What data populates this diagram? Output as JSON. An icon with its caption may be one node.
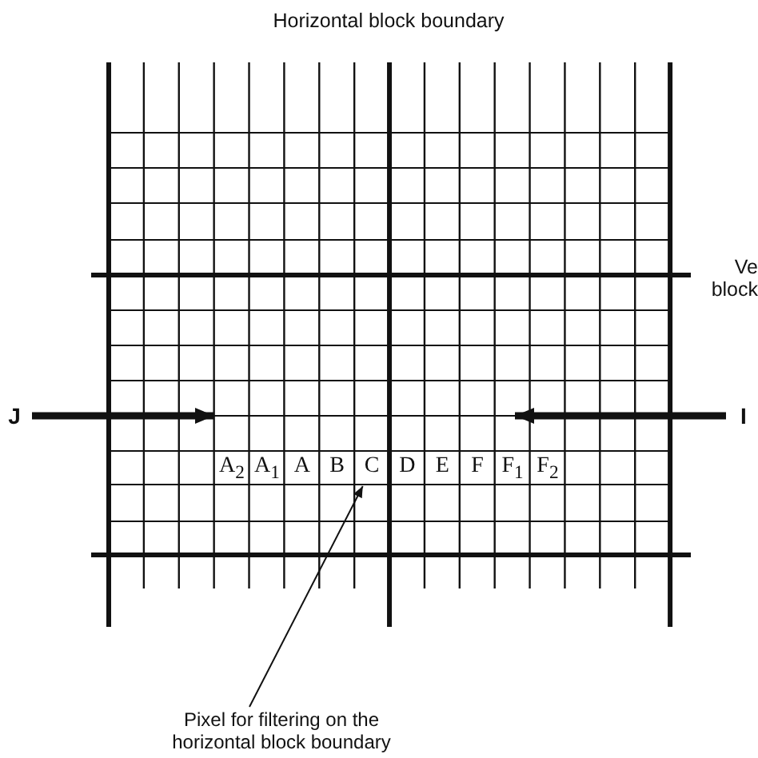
{
  "diagram": {
    "nodes": [
      {
        "text": [
          "J"
        ]
      },
      {
        "text": [
          "I"
        ]
      },
      {
        "text": [
          "C"
        ]
      },
      {
        "text": [
          "Pixel for filtering on the horizontal block boundary"
        ]
      }
    ],
    "edges": [
      {
        "from": 0,
        "to": null,
        "arrow": "to"
      },
      {
        "from": 1,
        "to": null,
        "arrow": "to"
      },
      {
        "from": 3,
        "to": 2,
        "arrow": "to"
      }
    ],
    "labels": [
      "Horizontal block boundary",
      "Ve block",
      "A$_{2}$",
      "A$_{1}$",
      "A",
      "B",
      "D",
      "E",
      "F",
      "F$_{1}$",
      "F$_{2}$"
    ]
  }
}
